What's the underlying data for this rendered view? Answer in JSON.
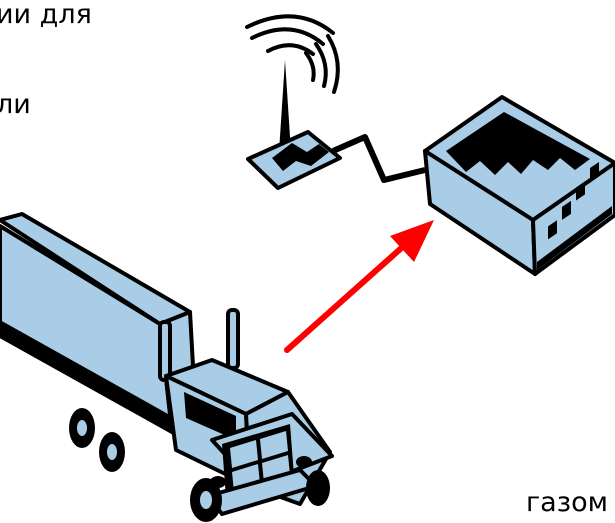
{
  "text": {
    "line1": "ии для",
    "line2": "ли",
    "line3": "газом"
  },
  "colors": {
    "fill": "#a9cde6",
    "outline": "#000000",
    "arrow": "#ff0000",
    "background": "#ffffff"
  }
}
